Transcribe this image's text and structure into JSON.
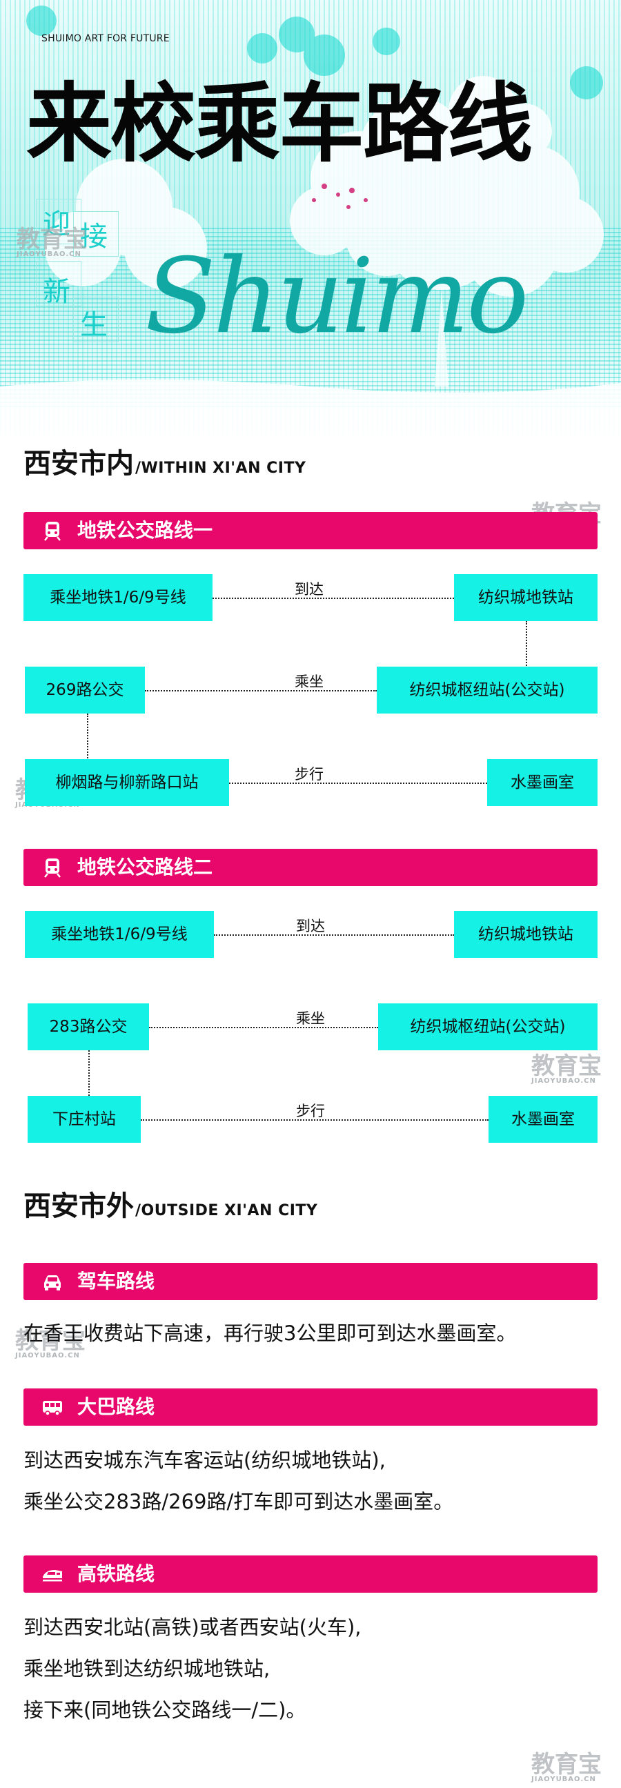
{
  "header": {
    "brand": "SHUIMO ART FOR FUTURE",
    "title": "来校乘车路线",
    "tag_chars": [
      "迎",
      "接",
      "新",
      "生"
    ],
    "script_word": "Shuimo"
  },
  "watermark": {
    "cn": "教育宝",
    "en": "JIAOYUBAO.CN"
  },
  "within_city": {
    "title": "西安市内",
    "subtitle": "/WITHIN XI'AN CITY",
    "route1": {
      "label": "地铁公交路线一",
      "icon": "metro-icon",
      "nodes": [
        "乘坐地铁1/6/9号线",
        "纺织城地铁站",
        "269路公交",
        "纺织城枢纽站(公交站)",
        "柳烟路与柳新路口站",
        "水墨画室"
      ],
      "edges": [
        "到达",
        "乘坐",
        "步行"
      ]
    },
    "route2": {
      "label": "地铁公交路线二",
      "icon": "metro-icon",
      "nodes": [
        "乘坐地铁1/6/9号线",
        "纺织城地铁站",
        "283路公交",
        "纺织城枢纽站(公交站)",
        "下庄村站",
        "水墨画室"
      ],
      "edges": [
        "到达",
        "乘坐",
        "步行"
      ]
    }
  },
  "outside_city": {
    "title": "西安市外",
    "subtitle": "/OUTSIDE XI'AN CITY",
    "drive": {
      "label": "驾车路线",
      "icon": "car-icon",
      "lines": [
        "在香王收费站下高速，再行驶3公里即可到达水墨画室。"
      ]
    },
    "bus": {
      "label": "大巴路线",
      "icon": "bus-icon",
      "lines": [
        "到达西安城东汽车客运站(纺织城地铁站),",
        "乘坐公交283路/269路/打车即可到达水墨画室。"
      ]
    },
    "rail": {
      "label": "高铁路线",
      "icon": "train-icon",
      "lines": [
        "到达西安北站(高铁)或者西安站(火车),",
        "乘坐地铁到达纺织城地铁站,",
        "接下来(同地铁公交路线一/二)。"
      ]
    }
  },
  "colors": {
    "accent": "#e8086b",
    "node": "#16f1e6",
    "teal": "#11a7a3"
  }
}
